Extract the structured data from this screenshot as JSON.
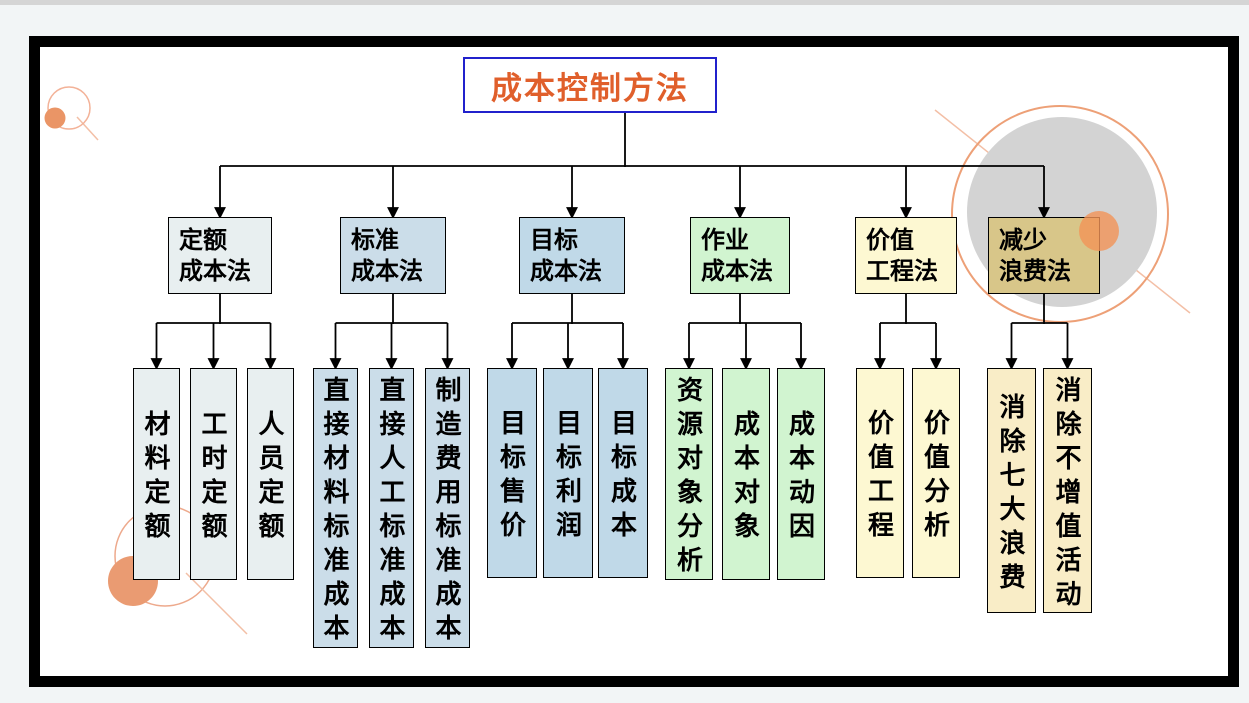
{
  "title": {
    "text": "成本控制方法"
  },
  "branches": [
    {
      "label": "定额成本法",
      "label_lines": [
        "定额",
        "成本法"
      ],
      "children": [
        "材料定额",
        "工时定额",
        "人员定额"
      ]
    },
    {
      "label": "标准成本法",
      "label_lines": [
        "标准",
        "成本法"
      ],
      "children": [
        "直接材料标准成本",
        "直接人工标准成本",
        "制造费用标准成本"
      ]
    },
    {
      "label": "目标成本法",
      "label_lines": [
        "目标",
        "成本法"
      ],
      "children": [
        "目标售价",
        "目标利润",
        "目标成本"
      ]
    },
    {
      "label": "作业成本法",
      "label_lines": [
        "作业",
        "成本法"
      ],
      "children": [
        "资源对象分析",
        "成本对象",
        "成本动因"
      ]
    },
    {
      "label": "价值工程法",
      "label_lines": [
        "价值",
        "工程法"
      ],
      "children": [
        "价值工程",
        "价值分析"
      ]
    },
    {
      "label": "减少浪费法",
      "label_lines": [
        "减少",
        "浪费法"
      ],
      "children": [
        "消除七大浪费",
        "消除不增值活动"
      ]
    }
  ],
  "colors": {
    "title_text": "#e05f2b",
    "title_border": "#2121cc",
    "branch_fills": [
      "#e8eff0",
      "#cbdde9",
      "#c0d9e8",
      "#d1f4d0",
      "#fdf8d2",
      "#d8c689"
    ],
    "child_fills": [
      "#e8eff0",
      "#cbdde9",
      "#c0d9e8",
      "#d1f4d0",
      "#fdf8d2",
      "#f9edc7"
    ],
    "connector": "#000000",
    "decor_orange": "#ea9566",
    "decor_orange_ring": "#eda077",
    "decor_orange_line": "#f3bfa6",
    "decor_gray_circle": "#d3d3d3"
  }
}
